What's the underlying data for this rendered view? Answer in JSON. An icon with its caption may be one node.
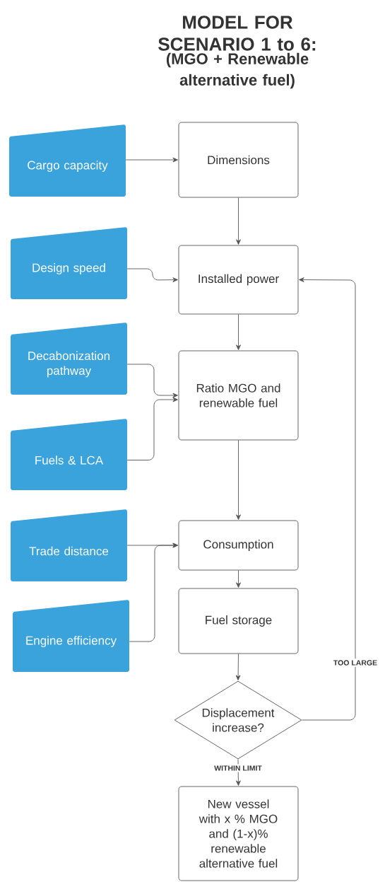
{
  "diagram": {
    "title": "MODEL FOR SCENARIO 1 to 6:",
    "nodes": [
      {
        "text": [
          "Cargo capacity"
        ]
      },
      {
        "text": [
          "Dimensions"
        ]
      },
      {
        "text": [
          "Design speed"
        ]
      },
      {
        "text": [
          "Installed power"
        ]
      },
      {
        "text": [
          "Decabonization pathway"
        ]
      },
      {
        "text": [
          "Ratio MGO and renewable fuel"
        ]
      },
      {
        "text": [
          "Fuels & LCA"
        ]
      },
      {
        "text": [
          "Trade distance"
        ]
      },
      {
        "text": [
          "Consumption"
        ]
      },
      {
        "text": [
          "Engine efficiency"
        ]
      },
      {
        "text": [
          "Fuel storage"
        ]
      },
      {
        "text": [
          "Displacement increase?"
        ]
      },
      {
        "text": [
          "New vessel with x % MGO and (1-x)% renewable alternative fuel"
        ]
      }
    ],
    "edges": [
      {
        "from": 0,
        "to": 1,
        "arrow": "to"
      },
      {
        "from": 1,
        "to": 3,
        "arrow": "to"
      },
      {
        "from": 2,
        "to": 3,
        "arrow": "to"
      },
      {
        "from": 3,
        "to": 5,
        "arrow": "to"
      },
      {
        "from": 4,
        "to": 5,
        "arrow": "to"
      },
      {
        "from": 6,
        "to": 5,
        "arrow": "to"
      },
      {
        "from": 5,
        "to": 8,
        "arrow": "to"
      },
      {
        "from": 7,
        "to": 8,
        "arrow": "to"
      },
      {
        "from": 9,
        "to": 8,
        "arrow": "to"
      },
      {
        "from": 8,
        "to": 10,
        "arrow": "to"
      },
      {
        "from": 10,
        "to": 11,
        "arrow": "to"
      },
      {
        "from": 11,
        "to": 3,
        "arrow": "to",
        "label": "TOO LARGE"
      },
      {
        "from": 11,
        "to": 12,
        "arrow": "to",
        "label": "WITHIN LIMIT"
      }
    ],
    "labels": [
      "(MGO + Renewable alternative fuel)"
    ]
  }
}
